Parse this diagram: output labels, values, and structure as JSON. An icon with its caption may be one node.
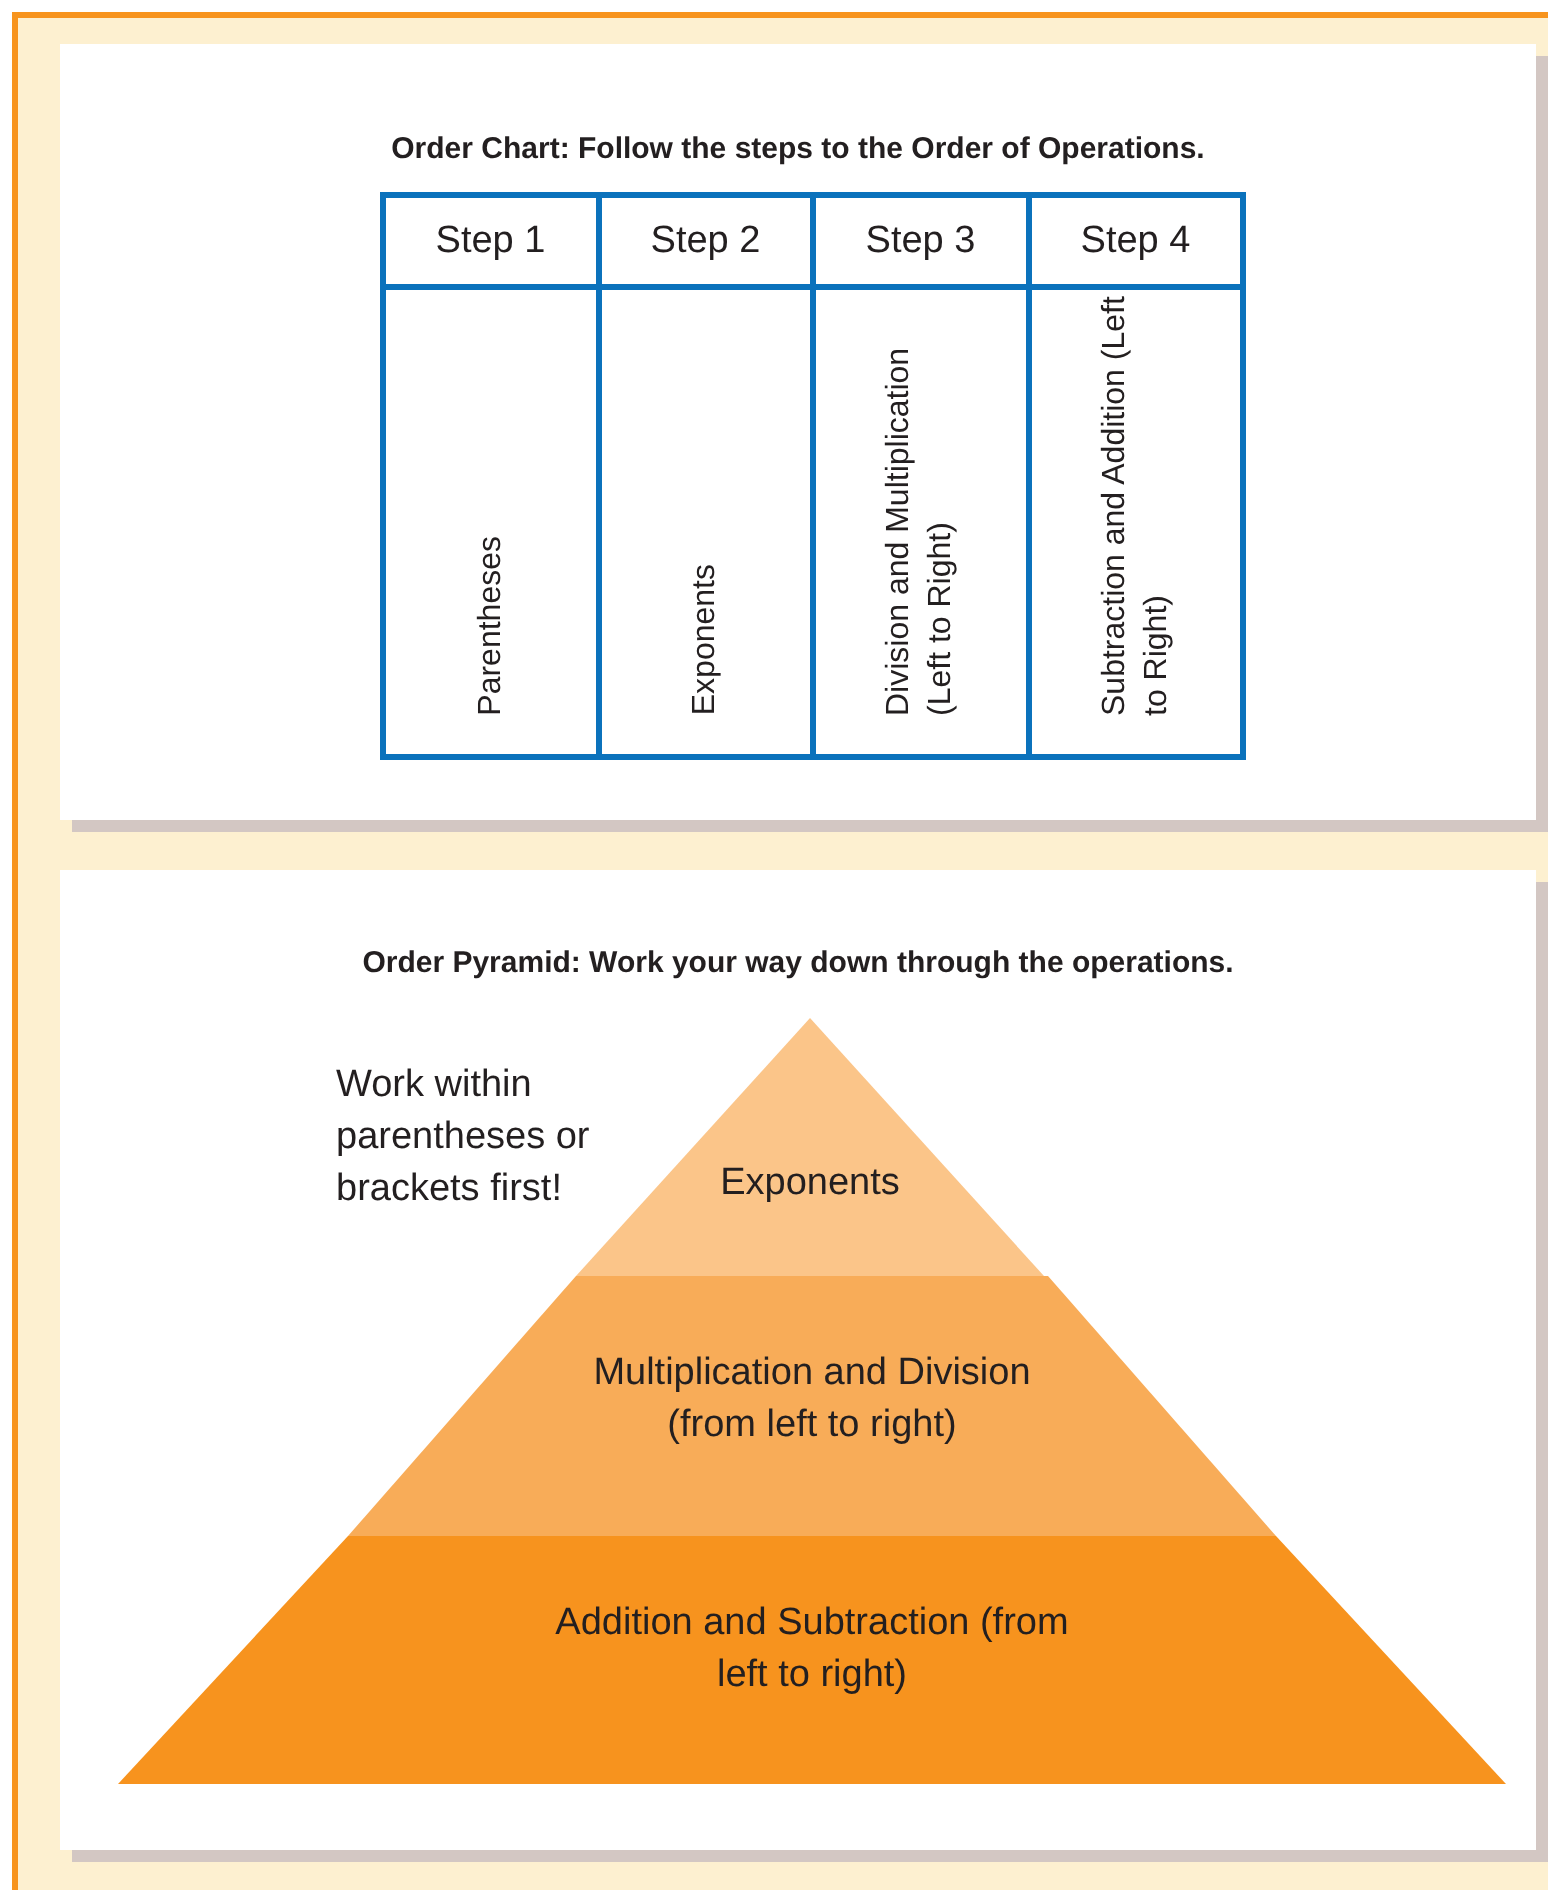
{
  "diagram": {
    "nodes": [
      {
        "text": [
          "Exponents"
        ]
      },
      {
        "text": [
          "Multiplication and Division (from left to right)"
        ]
      },
      {
        "text": [
          "Addition and Subtraction (from left to right)"
        ]
      }
    ],
    "labels": [
      "Order Chart: Follow the steps to the Order of Operations.",
      "Step 1",
      "Step 2",
      "Step 3",
      "Step 4",
      "Parentheses",
      "Exponents",
      "Division and Multiplication (Left to Right)",
      "Subtraction and Addition (Left to Right)",
      "Order Pyramid: Work your way down through the operations.",
      "Work within parentheses or brackets first!"
    ]
  }
}
